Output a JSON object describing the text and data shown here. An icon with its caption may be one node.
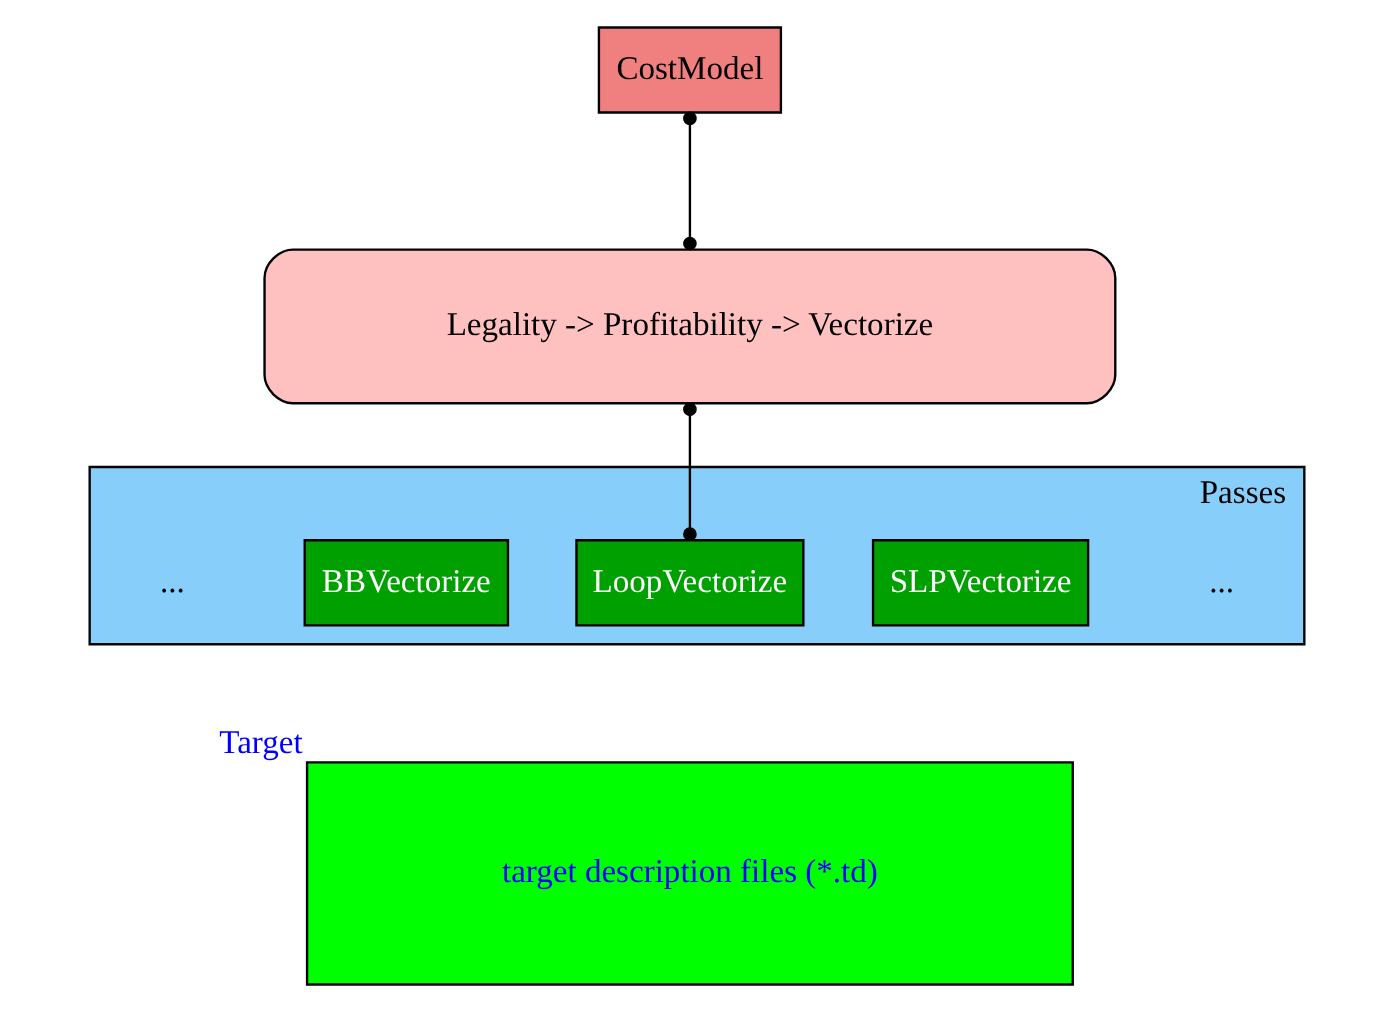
{
  "diagram": {
    "nodes": [
      {
        "text": [
          "CostModel"
        ]
      },
      {
        "text": [
          "Legality -> Profitability -> Vectorize"
        ]
      },
      {
        "text": [
          "Passes"
        ]
      },
      {
        "text": [
          "BBVectorize"
        ],
        "in": 2
      },
      {
        "text": [
          "LoopVectorize"
        ],
        "in": 2
      },
      {
        "text": [
          "SLPVectorize"
        ],
        "in": 2
      },
      {
        "text": [
          "target description files (*.td)"
        ],
        "beside": [
          "Target"
        ]
      }
    ],
    "edges": [
      {
        "from": 0,
        "to": 1,
        "arrow": "other"
      },
      {
        "from": 1,
        "to": 4,
        "arrow": "other"
      }
    ],
    "labels": [
      "...",
      "..."
    ]
  }
}
